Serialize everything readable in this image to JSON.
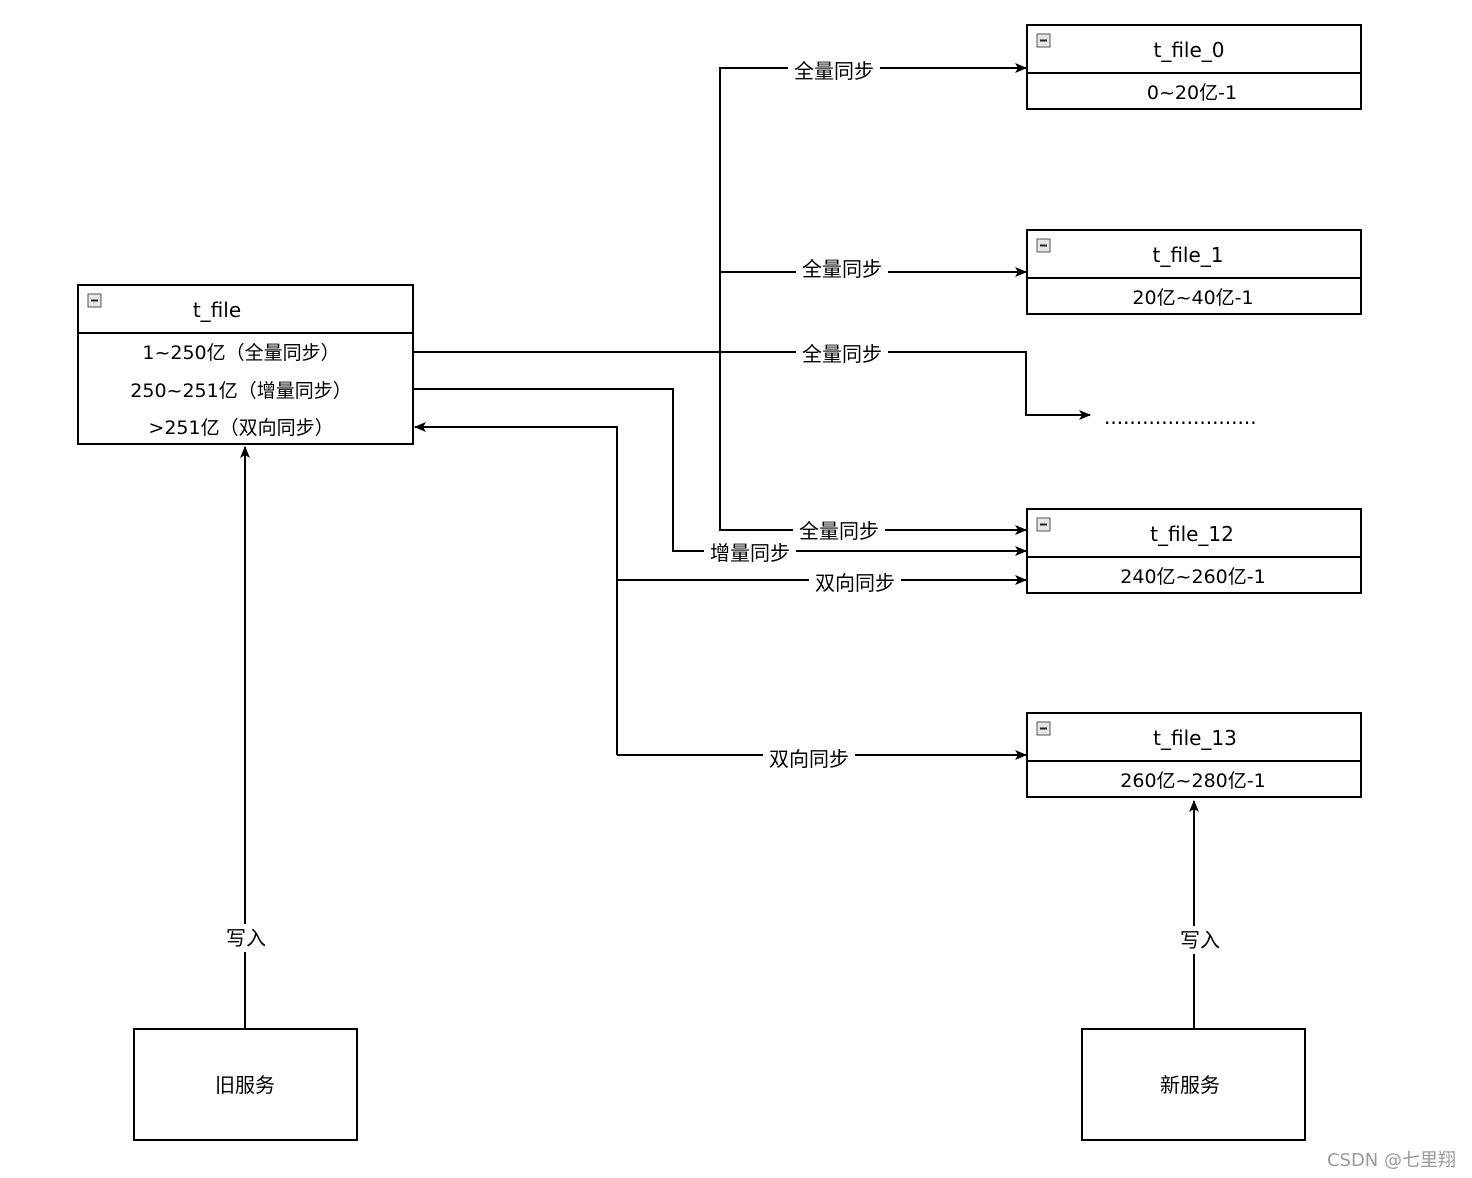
{
  "tables": {
    "t_file": {
      "title": "t_file",
      "rows": [
        "1~250亿（全量同步）",
        "250~251亿（增量同步）",
        ">251亿（双向同步）"
      ]
    },
    "t_file_0": {
      "title": "t_file_0",
      "rows": [
        "0~20亿-1"
      ]
    },
    "t_file_1": {
      "title": "t_file_1",
      "rows": [
        "20亿~40亿-1"
      ]
    },
    "t_file_12": {
      "title": "t_file_12",
      "rows": [
        "240亿~260亿-1"
      ]
    },
    "t_file_13": {
      "title": "t_file_13",
      "rows": [
        "260亿~280亿-1"
      ]
    }
  },
  "ellipsis": "........................",
  "services": {
    "old": "旧服务",
    "new": "新服务"
  },
  "edges": {
    "full_sync_0": "全量同步",
    "full_sync_1": "全量同步",
    "full_sync_more": "全量同步",
    "full_sync_12": "全量同步",
    "incr_sync_12": "增量同步",
    "bidir_sync_12": "双向同步",
    "bidir_sync_13": "双向同步",
    "write_old": "写入",
    "write_new": "写入"
  },
  "watermark": "CSDN @七里翔"
}
